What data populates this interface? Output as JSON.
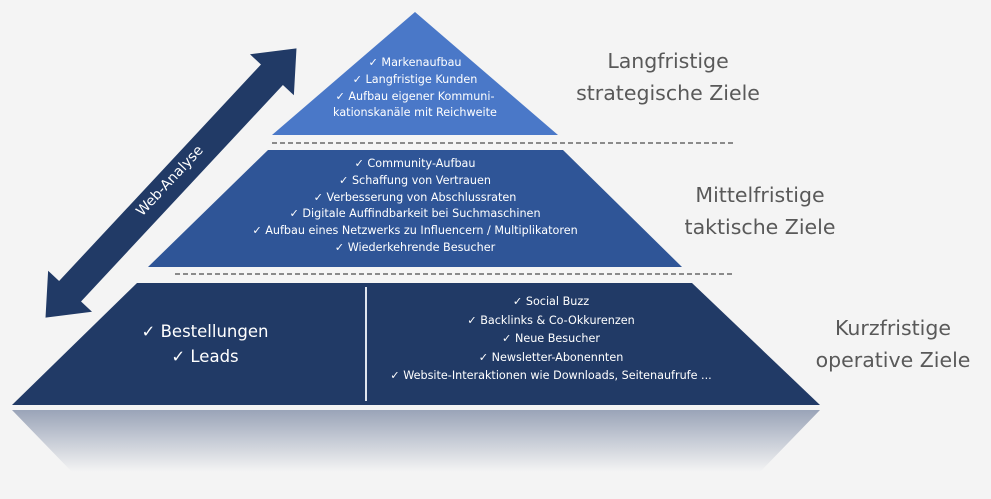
{
  "colors": {
    "top": "#4a78c8",
    "middle": "#2f5597",
    "bottom": "#213a66",
    "arrow": "#213a66",
    "label": "#595959"
  },
  "arrow": {
    "label": "Web-Analyse"
  },
  "levels": {
    "long": {
      "title_line1": "Langfristige",
      "title_line2": "strategische Ziele",
      "items": [
        "Markenaufbau",
        "Langfristige Kunden",
        "Aufbau eigener Kommuni-"
      ],
      "continuation": "kationskanäle mit Reichweite"
    },
    "mid": {
      "title_line1": "Mittelfristige",
      "title_line2": "taktische Ziele",
      "items": [
        "Community-Aufbau",
        "Schaffung von Vertrauen",
        "Verbesserung von Abschlussraten",
        "Digitale Auffindbarkeit bei Suchmaschinen",
        "Aufbau eines Netzwerks zu Influencern / Multiplikatoren",
        "Wiederkehrende Besucher"
      ]
    },
    "short": {
      "title_line1": "Kurzfristige",
      "title_line2": "operative Ziele",
      "left_items": [
        "Bestellungen",
        "Leads"
      ],
      "right_items": [
        "Social Buzz",
        "Backlinks & Co-Okkurenzen",
        "Neue Besucher",
        "Newsletter-Abonennten",
        "Website-Interaktionen wie Downloads, Seitenaufrufe ..."
      ]
    }
  }
}
